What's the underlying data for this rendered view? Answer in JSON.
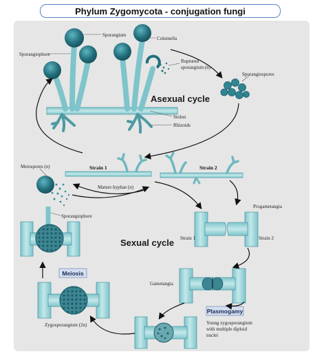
{
  "title": "Phylum Zygomycota - conjugation fungi",
  "cycles": {
    "asexual": "Asexual cycle",
    "sexual": "Sexual cycle"
  },
  "labels": {
    "sporangium": "Sporangium",
    "columella": "Columella",
    "sporangiophore_top": "Sporangiophore",
    "ruptured_line1": "Ruptured",
    "ruptured_line2": "sporangium (n)",
    "sporangiospores": "Sporangiospores",
    "stolon": "Stolon",
    "rhizoids": "Rhizoids",
    "meiospores": "Meiospores (n)",
    "strain1": "Strain 1",
    "strain2": "Strain 2",
    "mature_hyphae": "Mature hyphae (n)",
    "sporangiophore_bottom": "Sporangiophore",
    "progametangia": "Progametangia",
    "strain1_sexual": "Strain 1",
    "strain2_sexual": "Strain 2",
    "gametangia": "Gametangia",
    "zygosporangium": "Zygosporangium (2n)",
    "young_line1": "Young zygosporangium",
    "young_line2": "with multiple diploid",
    "young_line3": "nuclei"
  },
  "badges": {
    "meiosis": "Meiosis",
    "plasmogamy": "Plasmogamy"
  },
  "colors": {
    "background_panel": "#e6e6e6",
    "hypha_fill": "#a9d9dd",
    "hypha_stroke": "#4e9aa3",
    "sporangium_dark": "#1f6f7c",
    "badge_fill": "#d4deef",
    "badge_stroke": "#7f94c0",
    "title_border": "#5a83c4",
    "arrow": "#111111"
  }
}
